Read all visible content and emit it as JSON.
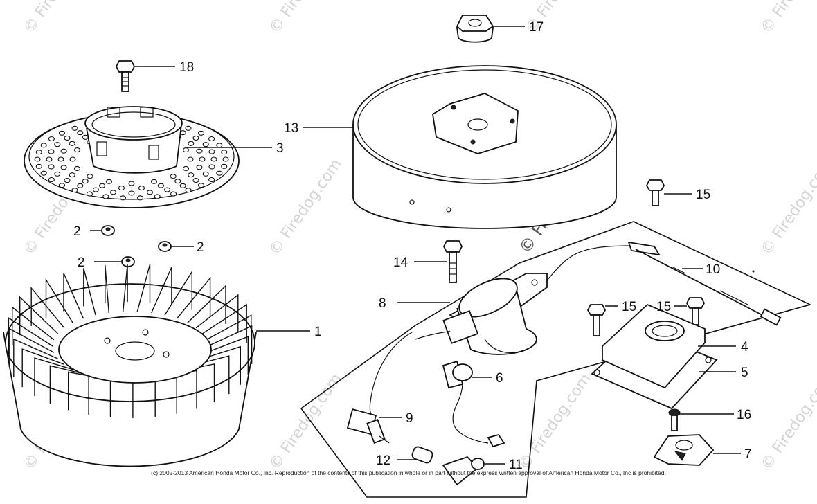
{
  "callouts": [
    {
      "id": "1",
      "label": "1"
    },
    {
      "id": "2a",
      "label": "2"
    },
    {
      "id": "2b",
      "label": "2"
    },
    {
      "id": "2c",
      "label": "2"
    },
    {
      "id": "3",
      "label": "3"
    },
    {
      "id": "4",
      "label": "4"
    },
    {
      "id": "5",
      "label": "5"
    },
    {
      "id": "6",
      "label": "6"
    },
    {
      "id": "7",
      "label": "7"
    },
    {
      "id": "8",
      "label": "8"
    },
    {
      "id": "9",
      "label": "9"
    },
    {
      "id": "10",
      "label": "10"
    },
    {
      "id": "11",
      "label": "11"
    },
    {
      "id": "12",
      "label": "12"
    },
    {
      "id": "13",
      "label": "13"
    },
    {
      "id": "14",
      "label": "14"
    },
    {
      "id": "15a",
      "label": "15"
    },
    {
      "id": "15b",
      "label": "15"
    },
    {
      "id": "15c",
      "label": "15"
    },
    {
      "id": "16",
      "label": "16"
    },
    {
      "id": "17",
      "label": "17"
    },
    {
      "id": "18",
      "label": "18"
    }
  ],
  "watermark": {
    "text": "© Firedog.com",
    "center_text": "© Firedog.com"
  },
  "copyright": "(c) 2002-2013 American Honda Motor Co., Inc. Reproduction of the contents of this publication in whole or in part without the express written approval of American Honda Motor Co., Inc is prohibited."
}
